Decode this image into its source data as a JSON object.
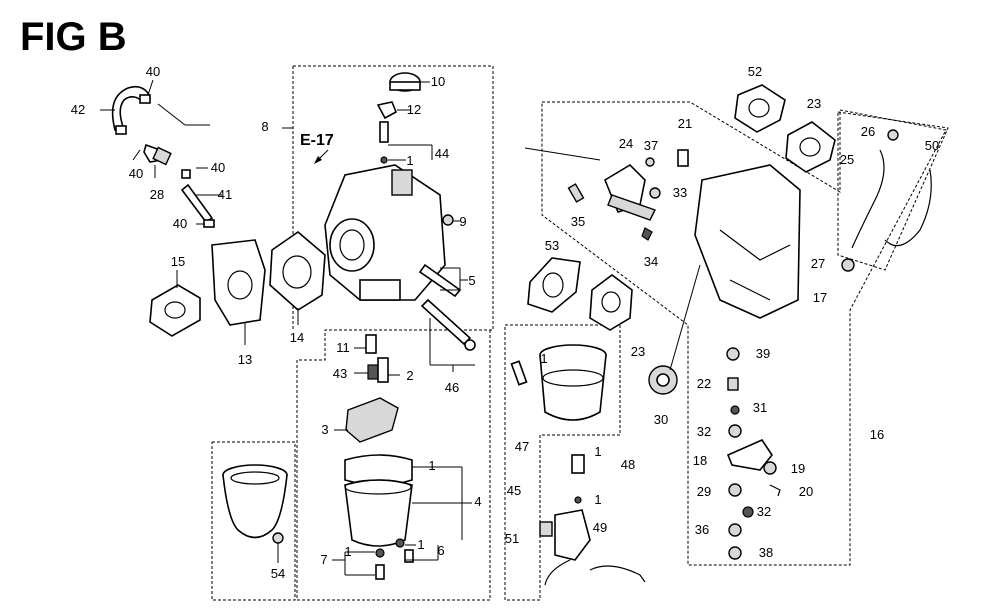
{
  "figure": {
    "title": "FIG B",
    "reference": "E-17"
  },
  "callouts": [
    "40",
    "42",
    "40",
    "28",
    "40",
    "41",
    "40",
    "15",
    "13",
    "14",
    "8",
    "10",
    "12",
    "44",
    "1",
    "9",
    "5",
    "46",
    "11",
    "43",
    "2",
    "3",
    "1",
    "4",
    "1",
    "6",
    "7",
    "1",
    "54",
    "52",
    "23",
    "26",
    "25",
    "50",
    "21",
    "37",
    "24",
    "33",
    "35",
    "34",
    "27",
    "17",
    "53",
    "23",
    "1",
    "47",
    "30",
    "39",
    "22",
    "31",
    "32",
    "18",
    "19",
    "20",
    "29",
    "32",
    "36",
    "38",
    "48",
    "1",
    "45",
    "1",
    "51",
    "49",
    "16"
  ]
}
